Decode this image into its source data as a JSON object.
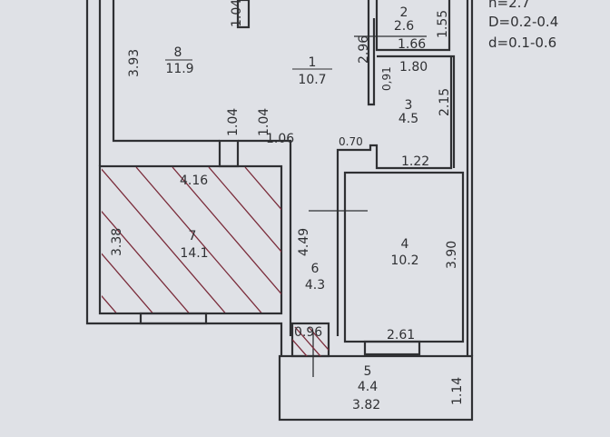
{
  "legend": {
    "h": "h=2.7",
    "D": "D=0.2-0.4",
    "d": "d=0.1-0.6"
  },
  "rooms": [
    {
      "no": "1",
      "area": "10.7"
    },
    {
      "no": "2",
      "area": "2.6"
    },
    {
      "no": "3",
      "area": "4.5"
    },
    {
      "no": "4",
      "area": "10.2"
    },
    {
      "no": "5",
      "area": "4.4"
    },
    {
      "no": "6",
      "area": "4.3"
    },
    {
      "no": "7",
      "area": "14.1"
    },
    {
      "no": "8",
      "area": "11.9"
    }
  ],
  "dims": {
    "d393": "3.93",
    "d104a": "1.04",
    "d104b": "1.04",
    "d106": "1.06",
    "d416": "4.16",
    "d338": "3.38",
    "d449": "4.49",
    "d096": "0.96",
    "d070": "0.70",
    "d122": "1.22",
    "d390": "3.90",
    "d261": "2.61",
    "d382": "3.82",
    "d114": "1.14",
    "d296": "2.96",
    "d166": "1.66",
    "d155": "1.55",
    "d180": "1.80",
    "d091": "0,91",
    "d215": "2.15",
    "d104top": "1.04"
  }
}
